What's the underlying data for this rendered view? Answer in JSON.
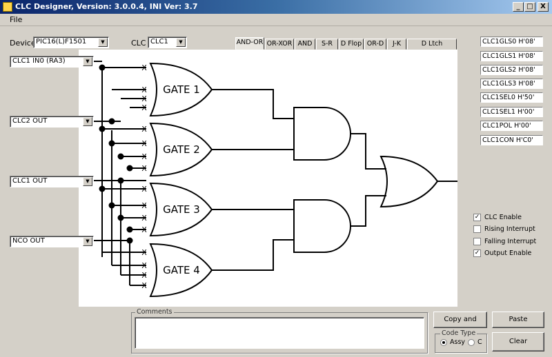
{
  "window": {
    "title": "CLC Designer, Version: 3.0.0.4, INI Ver: 3.7",
    "minimize": "_",
    "maximize": "□",
    "close": "X"
  },
  "menu": {
    "file": "File"
  },
  "device": {
    "label": "Device",
    "value": "PIC16(L)F1501"
  },
  "clc": {
    "label": "CLC",
    "value": "CLC1"
  },
  "tabs": [
    "AND-OR",
    "OR-XOR",
    "AND",
    "S-R",
    "D Flop",
    "OR-D",
    "J-K",
    "D Ltch"
  ],
  "inputs": [
    "CLC1 IN0 (RA3)",
    "CLC2 OUT",
    "CLC1 OUT",
    "NCO OUT"
  ],
  "gates": [
    "GATE 1",
    "GATE 2",
    "GATE 3",
    "GATE 4"
  ],
  "cross_mark": "X",
  "registers": [
    "CLC1GLS0 H'08'",
    "CLC1GLS1 H'08'",
    "CLC1GLS2 H'08'",
    "CLC1GLS3 H'08'",
    "CLC1SEL0 H'50'",
    "CLC1SEL1 H'00'",
    "CLC1POL H'00'",
    "CLC1CON H'C0'"
  ],
  "options": [
    {
      "label": "CLC Enable",
      "checked": true
    },
    {
      "label": "Rising Interrupt",
      "checked": false
    },
    {
      "label": "Falling Interrupt",
      "checked": false
    },
    {
      "label": "Output Enable",
      "checked": true
    }
  ],
  "comments": {
    "title": "Comments",
    "value": ""
  },
  "buttons": {
    "copy_and_show": "Copy and Show",
    "paste": "Paste",
    "clear": "Clear"
  },
  "code_type": {
    "title": "Code Type",
    "options": [
      "Assy",
      "C"
    ],
    "selected": "Assy"
  },
  "dropdown_arrow": "▼",
  "check_mark": "✓"
}
